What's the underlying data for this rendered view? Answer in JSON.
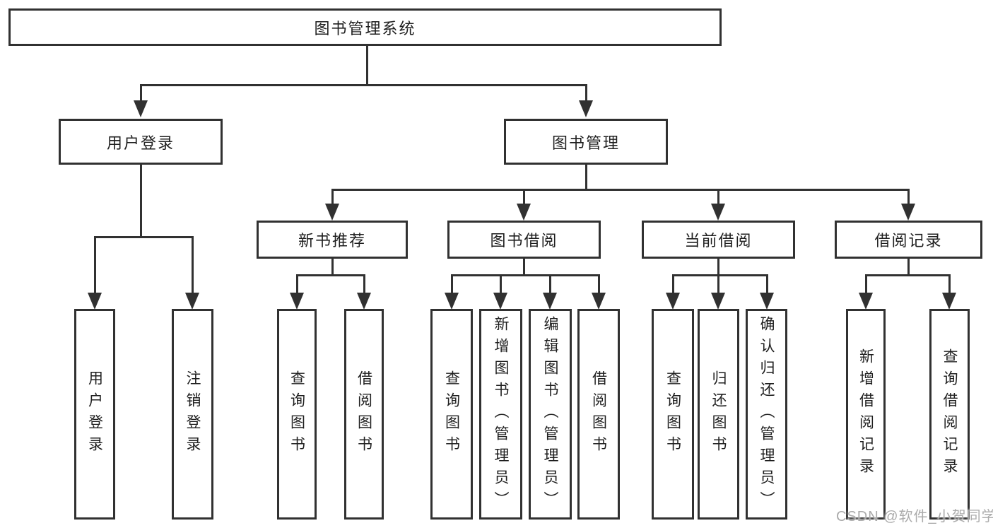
{
  "diagram": {
    "root": {
      "label": "图书管理系统"
    },
    "level1": [
      {
        "label": "用户登录"
      },
      {
        "label": "图书管理"
      }
    ],
    "level2": [
      {
        "label": "新书推荐"
      },
      {
        "label": "图书借阅"
      },
      {
        "label": "当前借阅"
      },
      {
        "label": "借阅记录"
      }
    ],
    "leaves": {
      "user_login": [
        {
          "label": "用户登录"
        },
        {
          "label": "注销登录"
        }
      ],
      "new_book_recommend": [
        {
          "label": "查询图书"
        },
        {
          "label": "借阅图书"
        }
      ],
      "book_borrow": [
        {
          "label": "查询图书"
        },
        {
          "label": "新增图书（管理员）"
        },
        {
          "label": "编辑图书（管理员）"
        },
        {
          "label": "借阅图书"
        }
      ],
      "current_borrow": [
        {
          "label": "查询图书"
        },
        {
          "label": "归还图书"
        },
        {
          "label": "确认归还（管理员）"
        }
      ],
      "borrow_records": [
        {
          "label": "新增借阅记录"
        },
        {
          "label": "查询借阅记录"
        }
      ]
    }
  },
  "watermark": {
    "text": "CSDN @软件_小贺同学"
  },
  "colors": {
    "line": "#313131",
    "text": "#1f1f1f",
    "background": "#ffffff",
    "watermark": "#ababab"
  }
}
